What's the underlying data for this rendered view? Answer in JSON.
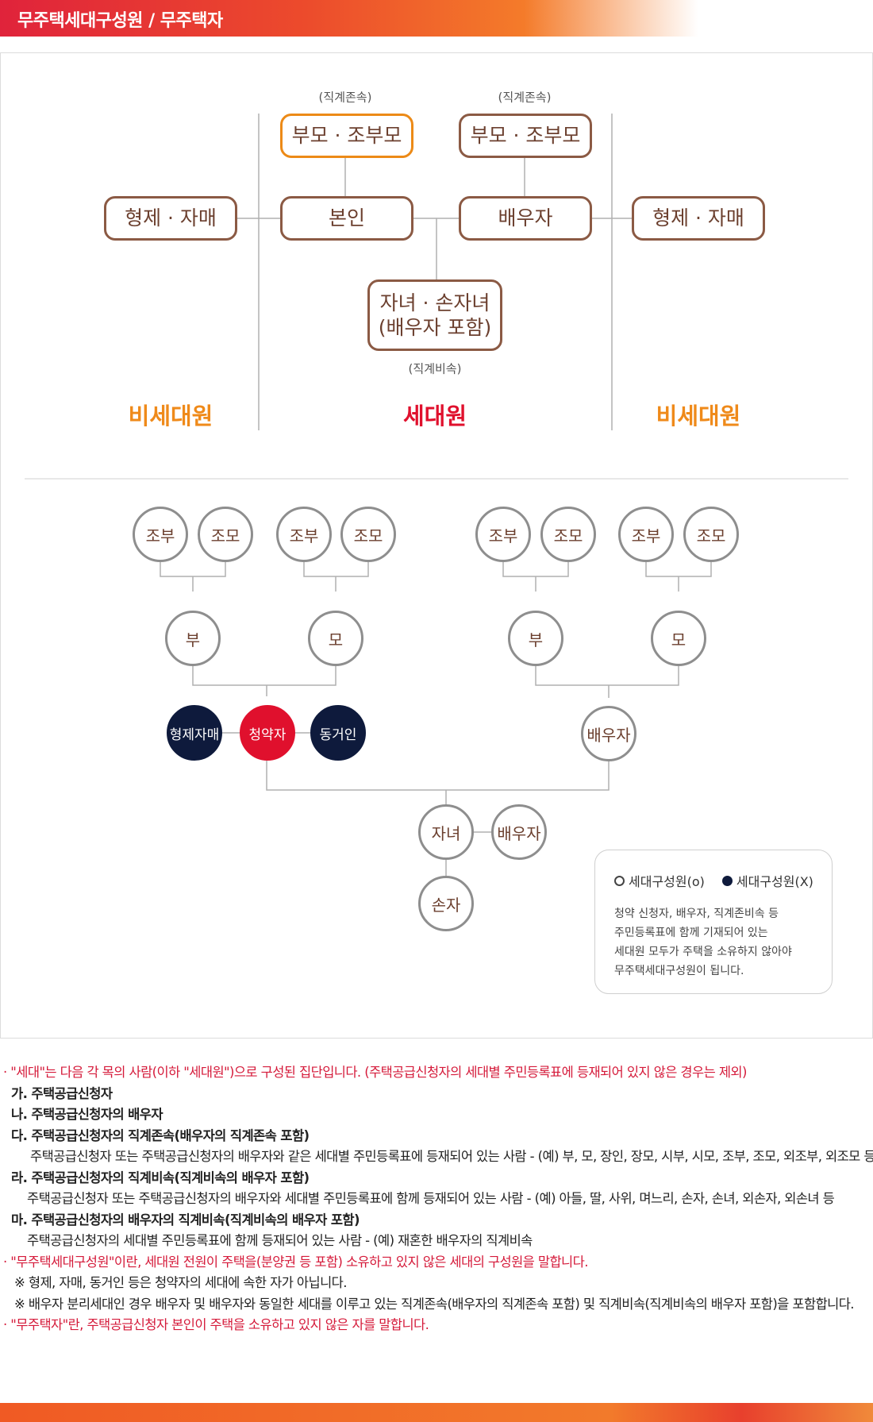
{
  "header": {
    "title": "무주택세대구성원 / 무주택자"
  },
  "family_diagram": {
    "captions": {
      "ascendant": "(직계존속)",
      "descendant": "(직계비속)"
    },
    "boxes": {
      "parents_self": "부모 · 조부모",
      "parents_spouse": "부모 · 조부모",
      "siblings_left": "형제 · 자매",
      "self": "본인",
      "spouse": "배우자",
      "siblings_right": "형제 · 자매",
      "children": [
        "자녀 · 손자녀",
        "(배우자 포함)"
      ]
    },
    "categories": {
      "non_member": "비세대원",
      "member": "세대원"
    }
  },
  "tree_diagram": {
    "grandfather": "조부",
    "grandmother": "조모",
    "father": "부",
    "mother": "모",
    "siblings": "형제자매",
    "applicant": "청약자",
    "cohabitant": "동거인",
    "spouse": "배우자",
    "child": "자녀",
    "grandchild": "손자"
  },
  "legend": {
    "member_o": "세대구성원(o)",
    "member_x": "세대구성원(X)",
    "description": [
      "청약 신청자, 배우자, 직계존비속 등",
      "주민등록표에 함께 기재되어 있는",
      "세대원 모두가 주택을 소유하지 않아야",
      "무주택세대구성원이 됩니다."
    ]
  },
  "notes": [
    "· \"세대\"는 다음 각 목의 사람(이하 \"세대원\")으로 구성된 집단입니다. (주택공급신청자의 세대별 주민등록표에 등재되어 있지 않은 경우는 제외)",
    "가. 주택공급신청자",
    "나. 주택공급신청자의 배우자",
    "다. 주택공급신청자의 직계존속(배우자의 직계존속 포함)",
    "주택공급신청자 또는 주택공급신청자의 배우자와 같은 세대별 주민등록표에 등재되어 있는 사람 - (예) 부, 모, 장인, 장모, 시부, 시모, 조부, 조모, 외조부, 외조모 등",
    "라. 주택공급신청자의 직계비속(직계비속의 배우자 포함)",
    "주택공급신청자 또는 주택공급신청자의 배우자와 세대별 주민등록표에 함께 등재되어 있는 사람 - (예) 아들, 딸, 사위, 며느리, 손자, 손녀, 외손자, 외손녀 등",
    "마. 주택공급신청자의 배우자의 직계비속(직계비속의 배우자 포함)",
    "주택공급신청자의 세대별 주민등록표에 함께 등재되어 있는 사람 - (예) 재혼한 배우자의 직계비속",
    "· \"무주택세대구성원\"이란, 세대원 전원이 주택을(분양권 등 포함) 소유하고 있지 않은 세대의  구성원을 말합니다.",
    "※ 형제, 자매, 동거인 등은 청약자의 세대에 속한 자가 아닙니다.",
    "※ 배우자 분리세대인 경우 배우자 및 배우자와 동일한 세대를 이루고 있는 직계존속(배우자의 직계존속 포함) 및 직계비속(직계비속의 배우자 포함)을 포함합니다.",
    "· \"무주택자\"란, 주택공급신청자 본인이 주택을 소유하고 있지 않은 자를 말합니다."
  ],
  "colors": {
    "header_red": "#e0233b",
    "box_brown": "#8b5a44",
    "highlight_orange": "#ec8a17",
    "non_member_orange": "#ef8a1a",
    "member_red": "#e0102d",
    "navy": "#0e1a3c",
    "note_red": "#d51a3a"
  }
}
